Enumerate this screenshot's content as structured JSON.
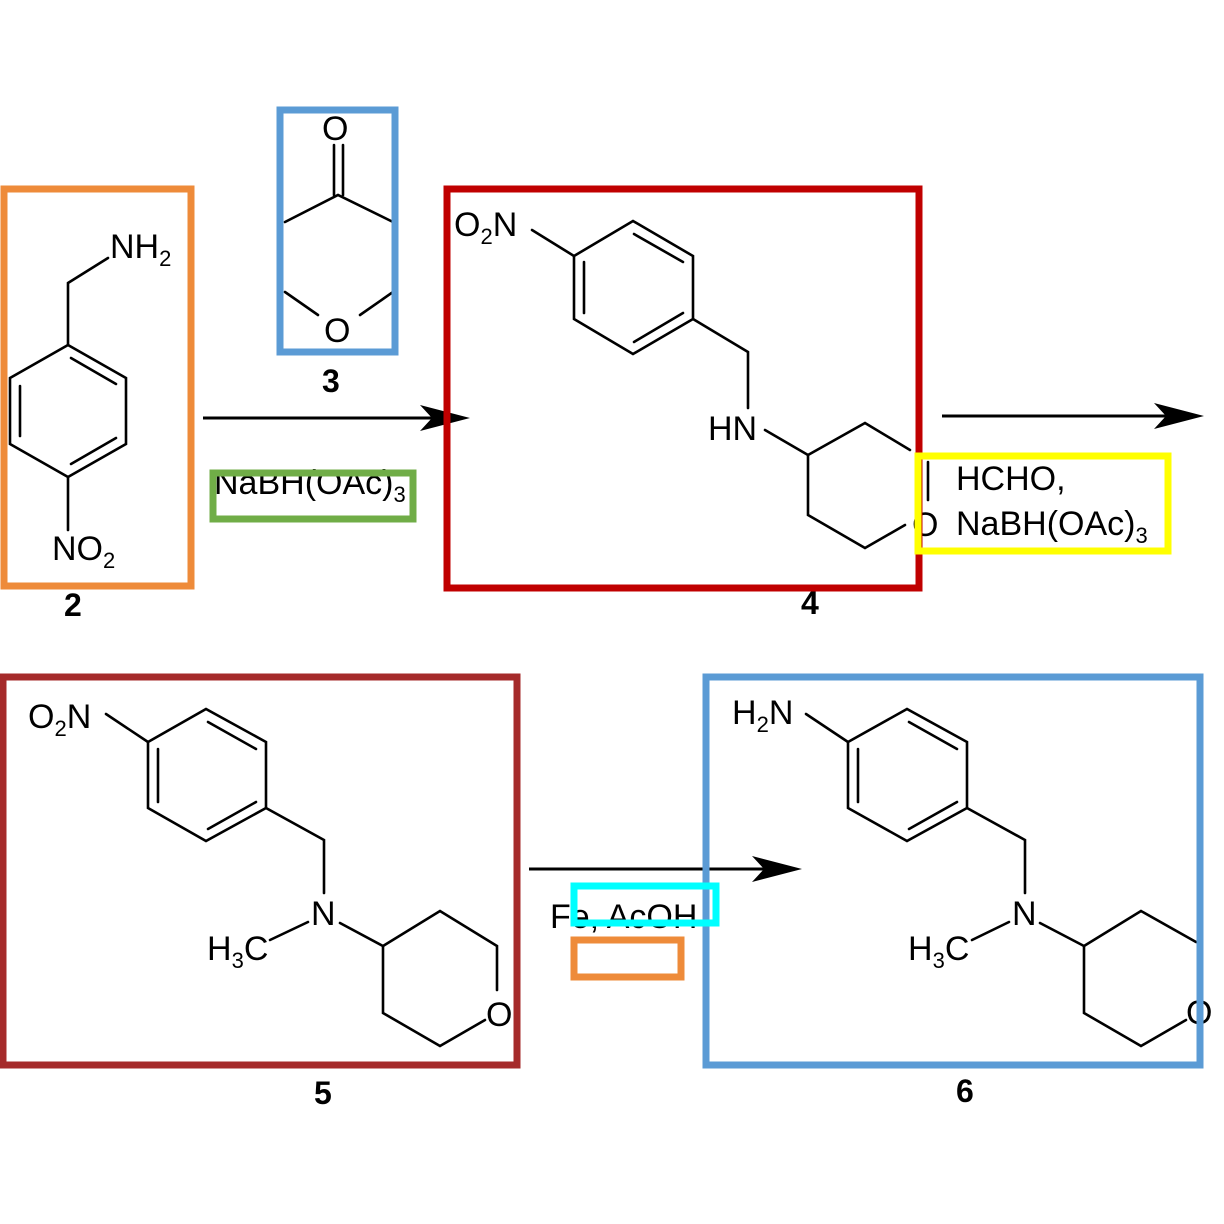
{
  "compounds": {
    "c2": {
      "number": "2",
      "nh2_main": "NH",
      "nh2_sub": "2",
      "no2_main": "NO",
      "no2_sub": "2"
    },
    "c3": {
      "number": "3",
      "carbonyl_o": "O",
      "ring_o": "O"
    },
    "c4": {
      "number": "4",
      "o2n_pre": "O",
      "o2n_sub": "2",
      "o2n_post": "N",
      "nh": "HN",
      "ring_o": "O"
    },
    "c5": {
      "number": "5",
      "o2n_pre": "O",
      "o2n_sub": "2",
      "o2n_post": "N",
      "n": "N",
      "h3c_pre": "H",
      "h3c_sub": "3",
      "h3c_post": "C",
      "ring_o": "O"
    },
    "c6": {
      "number": "6",
      "h2n_pre": "H",
      "h2n_sub": "2",
      "h2n_post": "N",
      "n": "N",
      "h3c_pre": "H",
      "h3c_sub": "3",
      "h3c_post": "C",
      "ring_o": "O"
    }
  },
  "reagents": {
    "step1_main": "NaBH(OAc)",
    "step1_sub": "3",
    "step2_line1": "HCHO,",
    "step2_main": "NaBH(OAc)",
    "step2_sub": "3",
    "step3": "Fe, AcOH"
  },
  "highlight_colors": {
    "orange": "#EE8B3A",
    "blue": "#5B9BD5",
    "red": "#C00000",
    "green": "#70AD47",
    "yellow": "#FFFF00",
    "dark_red": "#A52A2A",
    "cyan": "#00FFFF"
  }
}
